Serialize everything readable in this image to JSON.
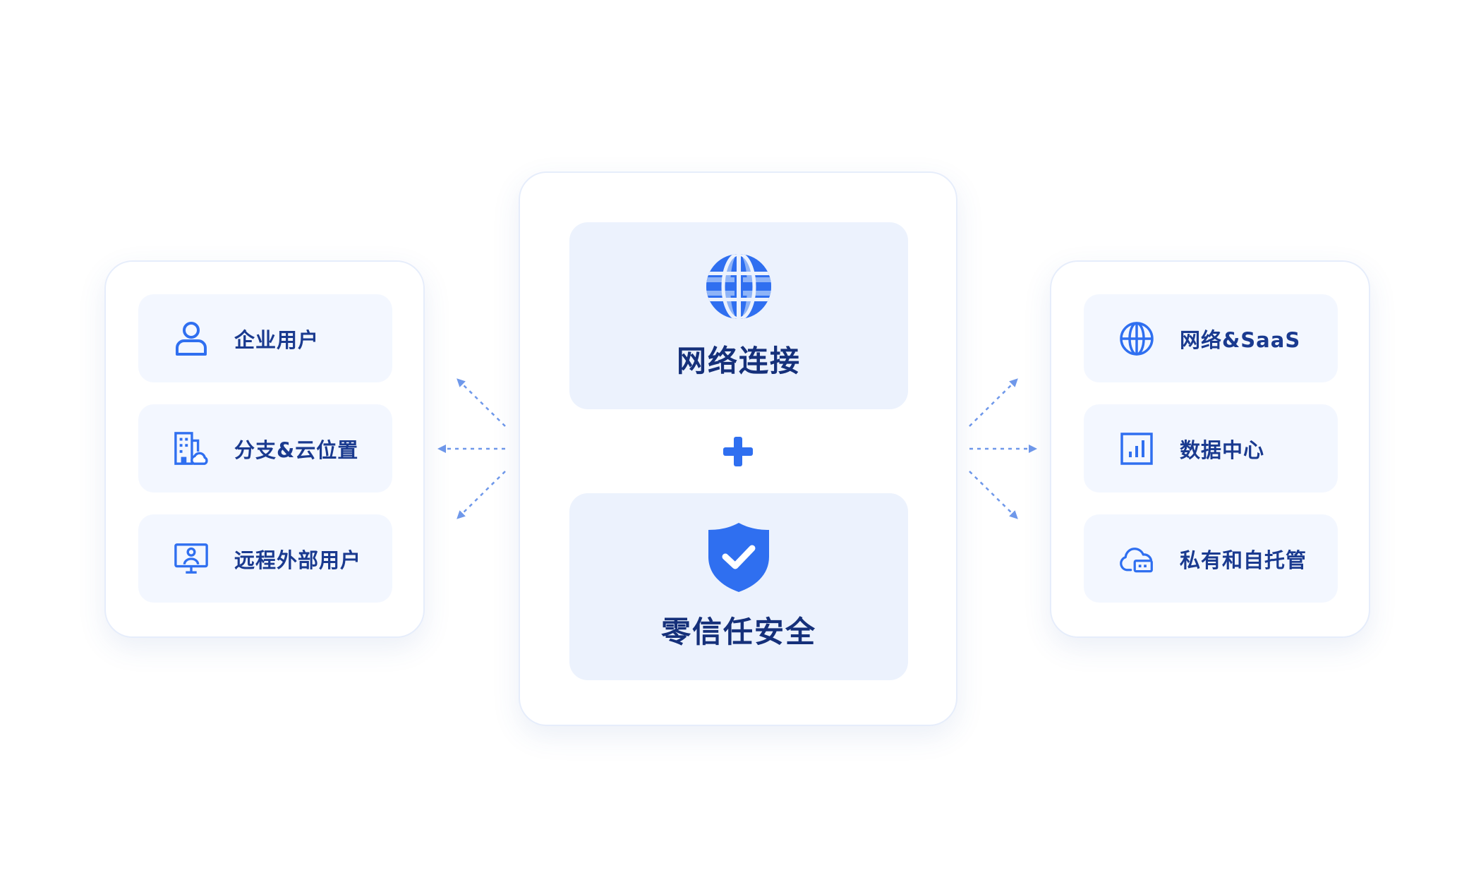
{
  "left_group": {
    "items": [
      {
        "label": "企业用户",
        "icon": "user-icon"
      },
      {
        "label": "分支&云位置",
        "icon": "building-cloud-icon"
      },
      {
        "label": "远程外部用户",
        "icon": "monitor-user-icon"
      }
    ]
  },
  "center": {
    "network": {
      "title": "网络连接",
      "icon": "globe-icon"
    },
    "plus": {
      "icon": "plus-icon"
    },
    "security": {
      "title": "零信任安全",
      "icon": "shield-check-icon"
    }
  },
  "right_group": {
    "items": [
      {
        "label": "网络&SaaS",
        "icon": "globe-outline-icon"
      },
      {
        "label": "数据中心",
        "icon": "bar-chart-icon"
      },
      {
        "label": "私有和自托管",
        "icon": "cloud-server-icon"
      }
    ]
  },
  "colors": {
    "accent": "#2f6ff0",
    "accent_light": "#8fb4f7",
    "text_dark": "#15307a",
    "panel_bg": "#ecf2fd",
    "item_bg": "#f3f7ff",
    "arrow": "#6f98ea"
  }
}
